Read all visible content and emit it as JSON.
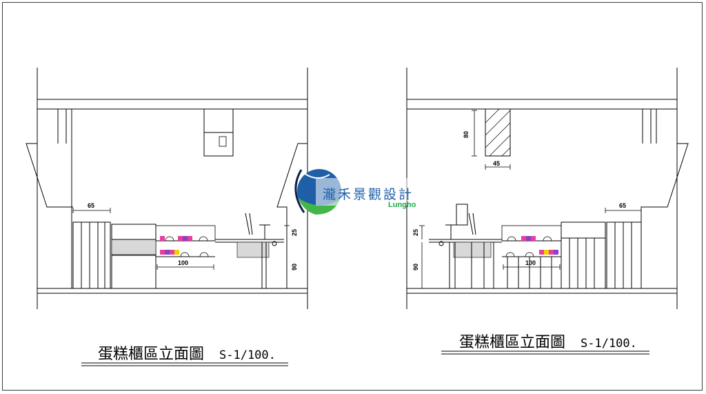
{
  "left_elevation": {
    "title": "蛋糕櫃區立面圖",
    "scale": "S-1/100.",
    "dims": {
      "counter_depth": "65",
      "display_width": "100",
      "upper_height": "25",
      "counter_height": "90"
    }
  },
  "right_elevation": {
    "title": "蛋糕櫃區立面圖",
    "scale": "S-1/100.",
    "dims": {
      "cabinet_height": "80",
      "cabinet_width": "45",
      "upper_height": "25",
      "counter_height": "90",
      "display_width": "100",
      "counter_depth": "65"
    }
  },
  "logo": {
    "chinese": "瀧禾景觀設計",
    "english": "Lungho",
    "colors": {
      "blue": "#1f5fa8",
      "green": "#43b649",
      "navy": "#0d1f4d"
    }
  },
  "colors": {
    "line": "#000000",
    "pink": "#e83e9e",
    "yellow": "#f5d000",
    "purple": "#8a3fc4",
    "gray": "#d8d8d8"
  }
}
